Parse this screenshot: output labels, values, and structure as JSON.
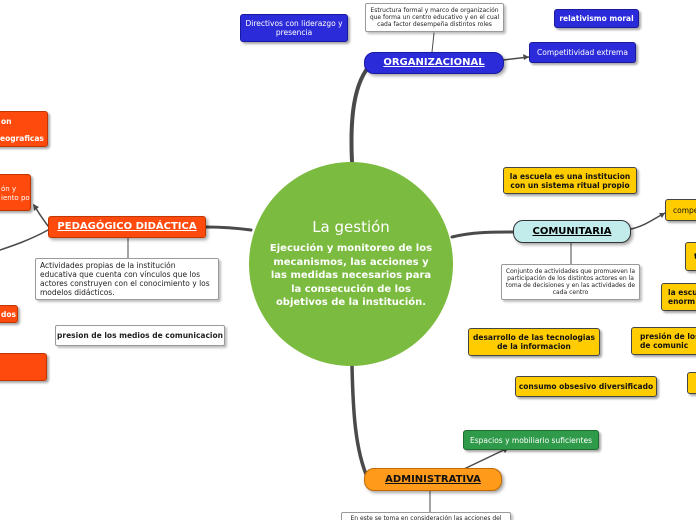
{
  "center": {
    "title": "La gestión",
    "subtitle": "Ejecución y monitoreo de los mecanismos, las acciones y las medidas necesarios para la consecución de los objetivos de la institución."
  },
  "branches": {
    "organizacional": {
      "label": "ORGANIZACIONAL",
      "description": "Estructura formal y marco de organización que forma un centro educativo y en el cual cada factor desempeña distintos roles",
      "items": [
        "Directivos con liderazgo y presencia",
        "relativismo moral",
        "Competitividad extrema"
      ]
    },
    "comunitaria": {
      "label": "COMUNITARIA",
      "description": "Conjunto de actividades que promueven la participación de los distintos actores en la toma de decisiones y en las actividades de cada centro",
      "items": [
        "la escuela es una institucion con un sistema ritual propio",
        "compe",
        "t",
        "la escu enorm",
        "presión de los de comunic",
        "desarrollo de las tecnologias de la informacion",
        "consumo obsesivo diversificado"
      ]
    },
    "pedagogica": {
      "label": "PEDAGÓGICO DIDÁCTICA",
      "description": "Actividades propias de la institución educativa que cuenta con vínculos que los actores construyen con el conocimiento y los modelos didácticos.",
      "items": [
        "on",
        "eograficas",
        "ón y iento po",
        "dos",
        "presion de los medios de comunicacion"
      ]
    },
    "administrativa": {
      "label": "ADMINISTRATIVA",
      "description": "En este se toma en consideración las acciones del",
      "items": [
        "Espacios y mobiliario suficientes"
      ]
    }
  },
  "colors": {
    "center": "#7bbb3f",
    "organizacional": "#2b2bd9",
    "comunitaria": "#c2ecec",
    "pedagogica": "#ff4a0d",
    "administrativa": "#ff9a1a",
    "connector": "#4a4a4a",
    "item_yellow": "#ffcc00",
    "item_blue": "#2b2bd9",
    "item_orange": "#ff4a0d",
    "item_green": "#2f9a4a"
  }
}
